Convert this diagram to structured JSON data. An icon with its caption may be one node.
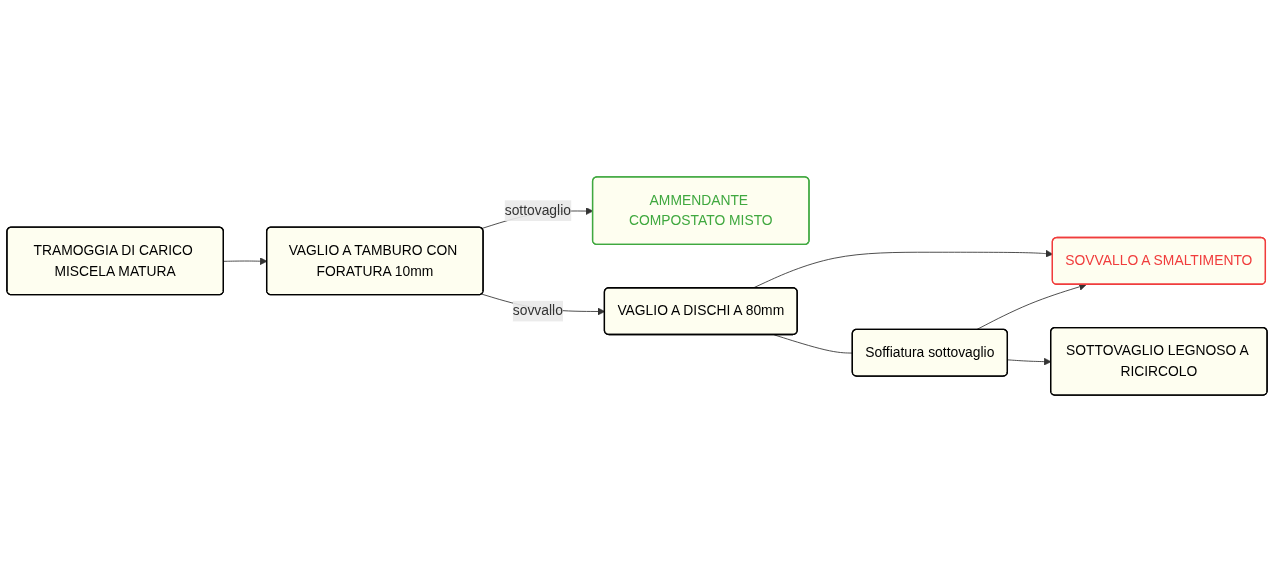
{
  "diagram": {
    "nodes": [
      {
        "text": [
          "TRAMOGGIA DI CARICO MISCELA MATURA"
        ]
      },
      {
        "text": [
          "VAGLIO A TAMBURO CON FORATURA 10mm"
        ]
      },
      {
        "text": [
          "AMMENDANTE COMPOSTATO MISTO"
        ]
      },
      {
        "text": [
          "SOVVALLO A SMALTIMENTO"
        ]
      },
      {
        "text": [
          "VAGLIO A DISCHI A 80mm"
        ]
      },
      {
        "text": [
          "Soffiatura sottovaglio"
        ]
      },
      {
        "text": [
          "SOTTOVAGLIO LEGNOSO A RICIRCOLO"
        ]
      }
    ],
    "edges": [
      {
        "from": 0,
        "to": 1,
        "arrow": "to"
      },
      {
        "from": 1,
        "to": 2,
        "arrow": "to",
        "label": "sottovaglio"
      },
      {
        "from": 1,
        "to": 4,
        "arrow": "to",
        "label": "sovvallo"
      },
      {
        "from": 4,
        "to": 3,
        "arrow": "to"
      },
      {
        "from": 4,
        "to": 5,
        "arrow": "none"
      },
      {
        "from": 5,
        "to": 3,
        "arrow": "to"
      },
      {
        "from": 5,
        "to": 6,
        "arrow": "to"
      }
    ]
  }
}
